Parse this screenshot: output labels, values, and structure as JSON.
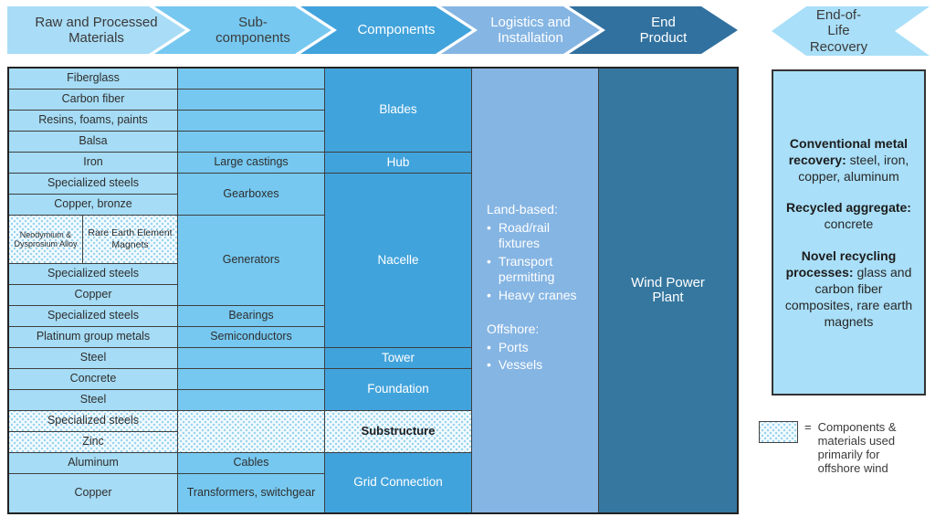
{
  "header": {
    "stages": [
      "Raw and Processed Materials",
      "Sub-components",
      "Components",
      "Logistics and Installation",
      "End Product"
    ],
    "eol": "End-of-\nLife\nRecovery"
  },
  "materials": {
    "fiberglass": "Fiberglass",
    "carbon_fiber": "Carbon fiber",
    "resins": "Resins, foams, paints",
    "balsa": "Balsa",
    "iron": "Iron",
    "spec_steels_1": "Specialized steels",
    "copper_bronze": "Copper, bronze",
    "neo_dys": "Neodymium & Dysprosium Alloy",
    "ree_magnets": "Rare Earth Element Magnets",
    "spec_steels_2": "Specialized steels",
    "copper_2": "Copper",
    "spec_steels_3": "Specialized steels",
    "platinum": "Platinum group metals",
    "steel_1": "Steel",
    "concrete": "Concrete",
    "steel_2": "Steel",
    "spec_steels_4": "Specialized steels",
    "zinc": "Zinc",
    "aluminum": "Aluminum",
    "copper_3": "Copper"
  },
  "subcomponents": {
    "large_castings": "Large castings",
    "gearboxes": "Gearboxes",
    "generators": "Generators",
    "bearings": "Bearings",
    "semiconductors": "Semiconductors",
    "cables": "Cables",
    "transformers": "Transformers, switchgear"
  },
  "components": {
    "blades": "Blades",
    "hub": "Hub",
    "nacelle": "Nacelle",
    "tower": "Tower",
    "foundation": "Foundation",
    "substructure": "Substructure",
    "grid_connection": "Grid Connection"
  },
  "logistics": {
    "land_title": "Land-based:",
    "land_items": [
      "Road/rail fixtures",
      "Transport permitting",
      "Heavy cranes"
    ],
    "offshore_title": "Offshore:",
    "offshore_items": [
      "Ports",
      "Vessels"
    ],
    "bullet": "•"
  },
  "end_product": "Wind Power Plant",
  "recovery": {
    "p1_bold": "Conventional metal recovery:",
    "p1_rest": "steel, iron, copper, aluminum",
    "p2_bold": "Recycled aggregate:",
    "p2_rest": "concrete",
    "p3_bold": "Novel recycling processes:",
    "p3_rest": "glass and carbon fiber composites, rare earth magnets"
  },
  "legend": {
    "equals": "=",
    "label": "Components & materials used primarily for offshore wind"
  },
  "colors": {
    "light_blue": "#a6dcf5",
    "mid_blue": "#76c8f0",
    "component_blue": "#41a3dc",
    "logistics_blue": "#85b5e3",
    "end_product_blue": "#35779f",
    "eol_light_blue": "#a9dff8",
    "dotted_pattern_dot": "#9bd4ef",
    "border_dark": "#3f3f3f"
  }
}
